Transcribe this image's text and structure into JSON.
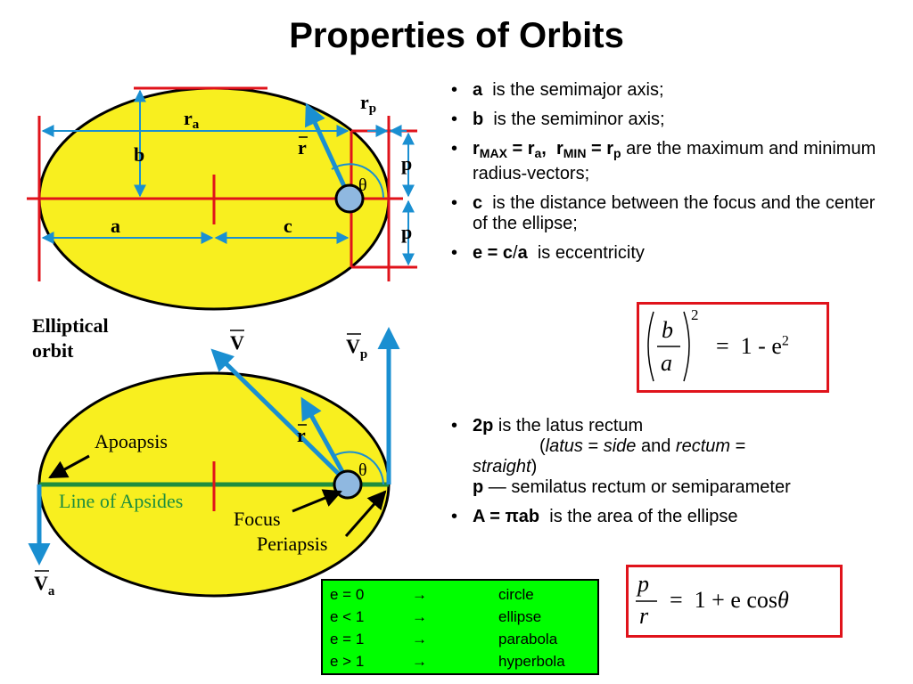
{
  "title": "Properties of Orbits",
  "diagram_top": {
    "labels": {
      "ra": "r",
      "ra_sub": "a",
      "rp": "r",
      "rp_sub": "p",
      "r": "r",
      "b": "b",
      "a": "a",
      "c": "c",
      "p_upper": "p",
      "p_lower": "p",
      "theta": "θ"
    },
    "caption_line1": "Elliptical",
    "caption_line2": "orbit"
  },
  "diagram_bottom": {
    "labels": {
      "v": "V",
      "vp": "V",
      "vp_sub": "p",
      "va": "V",
      "va_sub": "a",
      "r": "r",
      "theta": "θ",
      "apoapsis": "Apoapsis",
      "line_of_apsides": "Line of Apsides",
      "focus": "Focus",
      "periapsis": "Periapsis"
    }
  },
  "bullets_top": [
    {
      "bold": "a",
      "text": "  is the semimajor axis;"
    },
    {
      "bold": "b",
      "text": "  is the semiminor axis;"
    },
    {
      "r1": "r",
      "r1_sub": "MAX",
      "eq1": " = r",
      "eq1_sub": "a",
      "sep": ",  ",
      "r2": "r",
      "r2_sub": "MIN",
      "eq2": " = r",
      "eq2_sub": "p",
      "text": " are the maximum and minimum radius-vectors;"
    },
    {
      "bold": "c",
      "text": "  is the distance between the focus and the center of the ellipse;"
    },
    {
      "bold1": "e = c",
      "slash": "/",
      "bold2": "a",
      "text": "  is eccentricity"
    }
  ],
  "formula1": {
    "num": "b",
    "den": "a",
    "exp": "2",
    "rhs": "=  1 - e",
    "rhs_exp": "2"
  },
  "bullets_bottom": {
    "latus": {
      "bold": "2p",
      "text": " is the latus rectum",
      "open": "(",
      "w1": "latus",
      "eq1": " = ",
      "w2": "side",
      "and": " and ",
      "w3": "rectum",
      "eq2": " = ",
      "w4": "straight",
      "close": ")",
      "p_bold": "p",
      "p_text": " — semilatus rectum or semiparameter"
    },
    "area": {
      "bold": "A = πab",
      "text": "  is the area of the ellipse"
    }
  },
  "formula2": {
    "num": "p",
    "den": "r",
    "rhs": "=  1 + e cos",
    "theta": "θ"
  },
  "eccentricity_table": [
    {
      "cond": "e = 0",
      "arrow": "→",
      "shape": "circle"
    },
    {
      "cond": "e < 1",
      "arrow": "→",
      "shape": "ellipse"
    },
    {
      "cond": "e = 1",
      "arrow": "→",
      "shape": "parabola"
    },
    {
      "cond": "e > 1",
      "arrow": "→",
      "shape": "hyperbola"
    }
  ],
  "colors": {
    "ellipse_fill": "#f8ef1f",
    "axis_blue": "#1a8fd1",
    "red": "#e0131b",
    "green_line": "#1e8e3e",
    "table_bg": "#00ff00"
  }
}
